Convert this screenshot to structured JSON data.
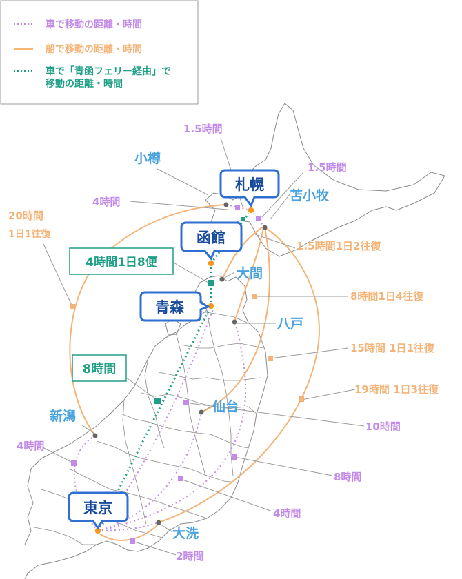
{
  "legend": {
    "items": [
      {
        "text": "車で移動の距離・時間",
        "color": "#c38be8",
        "style": "dotted"
      },
      {
        "text": "船で移動の距離・時間",
        "color": "#f4b478",
        "style": "solid"
      },
      {
        "text_line1": "車で「青函フェリー経由」で",
        "text_line2": "移動の距離・時間",
        "color": "#1f9f86",
        "style": "dotted"
      }
    ]
  },
  "colors": {
    "car": "#c38be8",
    "ship": "#f4b478",
    "ferry_route": "#1f9f86",
    "city_blue": "#4aa3de",
    "callout_border": "#2e6fd0",
    "city_dot": "#f39a1e",
    "map_line": "#8a8a8a"
  },
  "callouts": [
    {
      "id": "sapporo",
      "label": "札幌"
    },
    {
      "id": "hakodate",
      "label": "函館"
    },
    {
      "id": "aomori",
      "label": "青森"
    },
    {
      "id": "tokyo",
      "label": "東京"
    }
  ],
  "ports": [
    {
      "id": "otaru",
      "label": "小樽"
    },
    {
      "id": "tomakomai",
      "label": "苫小牧"
    },
    {
      "id": "oma",
      "label": "大間"
    },
    {
      "id": "hachinohe",
      "label": "八戸"
    },
    {
      "id": "sendai",
      "label": "仙台"
    },
    {
      "id": "niigata",
      "label": "新潟"
    },
    {
      "id": "oarai",
      "label": "大洗"
    }
  ],
  "ferry_boxes": [
    {
      "id": "box1",
      "text": "4時間1日8便"
    },
    {
      "id": "box2",
      "text": "8時間"
    }
  ],
  "time_labels": [
    {
      "id": "t_otaru_sapporo",
      "text": "1.5時間",
      "kind": "car"
    },
    {
      "id": "t_sapporo_tomakomai",
      "text": "1.5時間",
      "kind": "car"
    },
    {
      "id": "t_otaru_hakodate",
      "text": "4時間",
      "kind": "car"
    },
    {
      "id": "t_niigata_otaru_line1",
      "text": "20時間",
      "kind": "ship"
    },
    {
      "id": "t_niigata_otaru_line2",
      "text": "1日1往復",
      "kind": "ship"
    },
    {
      "id": "t_oma_hakodate",
      "text": "1.5時間1日2往復",
      "kind": "ship"
    },
    {
      "id": "t_hachinohe_tomakomai",
      "text": "8時間1日4往復",
      "kind": "ship"
    },
    {
      "id": "t_sendai_tomakomai",
      "text": "15時間 1日1往復",
      "kind": "ship"
    },
    {
      "id": "t_oarai_tomakomai",
      "text": "19時間 1日3往復",
      "kind": "ship"
    },
    {
      "id": "t_tokyo_aomori",
      "text": "10時間",
      "kind": "car"
    },
    {
      "id": "t_tokyo_hachinohe",
      "text": "8時間",
      "kind": "car"
    },
    {
      "id": "t_tokyo_sendai",
      "text": "4時間",
      "kind": "car"
    },
    {
      "id": "t_tokyo_niigata",
      "text": "4時間",
      "kind": "car"
    },
    {
      "id": "t_tokyo_oarai",
      "text": "2時間",
      "kind": "car"
    }
  ]
}
